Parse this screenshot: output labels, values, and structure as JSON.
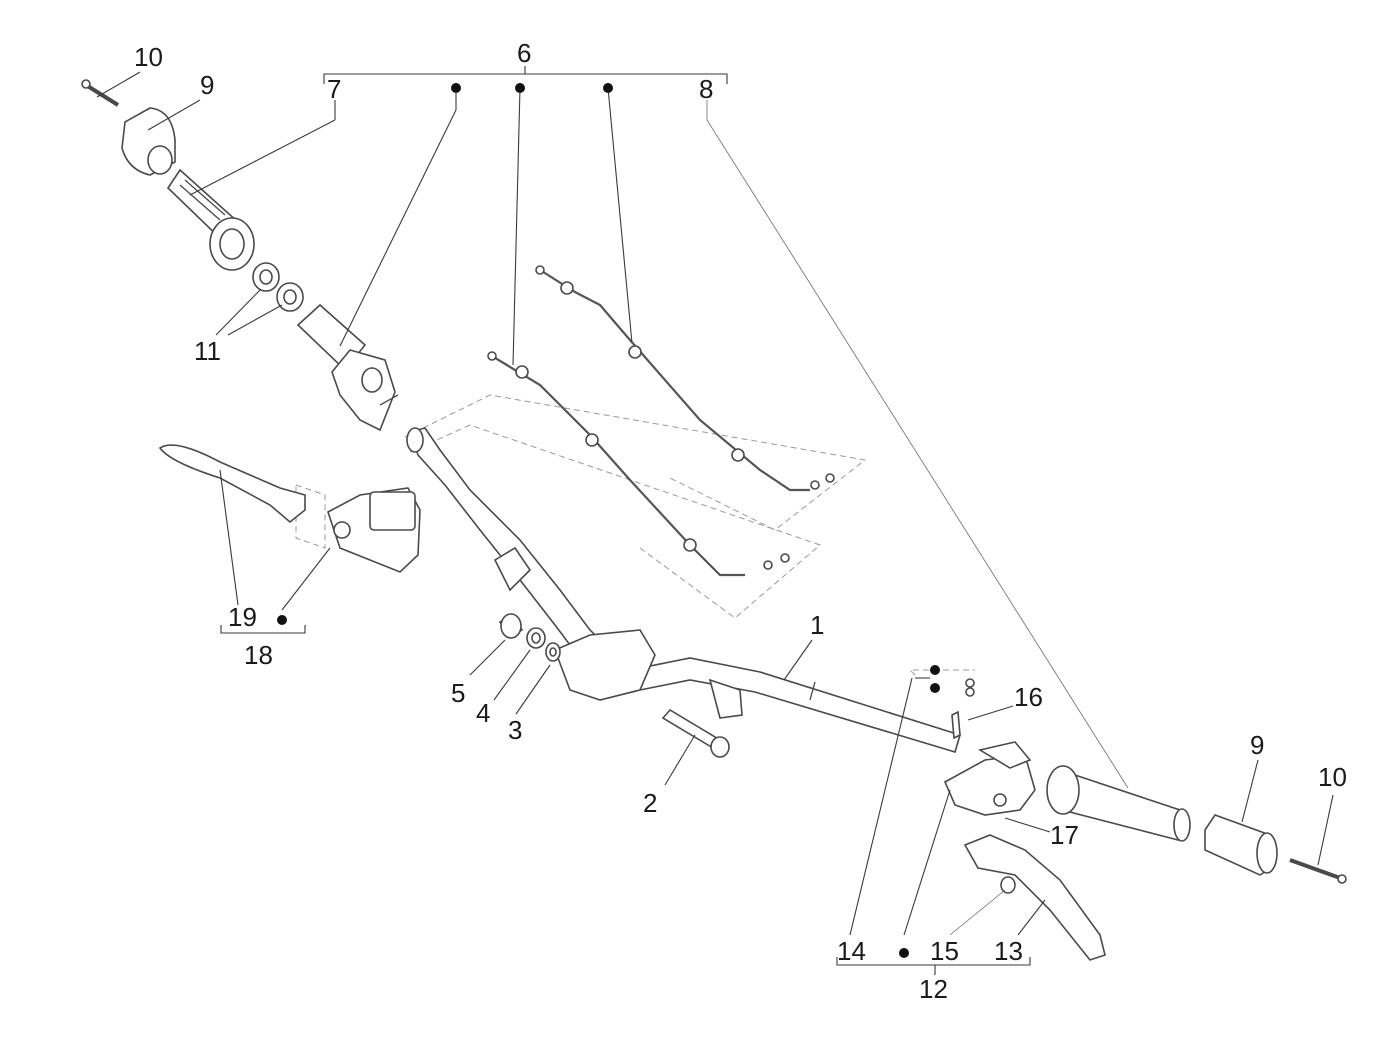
{
  "diagram": {
    "type": "exploded-parts-view",
    "callouts": {
      "c1": "1",
      "c2": "2",
      "c3": "3",
      "c4": "4",
      "c5": "5",
      "c6": "6",
      "c7": "7",
      "c8": "8",
      "c9_left": "9",
      "c9_right": "9",
      "c10_left": "10",
      "c10_right": "10",
      "c11": "11",
      "c12": "12",
      "c13": "13",
      "c14": "14",
      "c15": "15",
      "c16": "16",
      "c17": "17",
      "c18": "18",
      "c19": "19"
    },
    "colors": {
      "line": "#4a4a4a",
      "dot": "#111111",
      "background": "#ffffff"
    }
  }
}
